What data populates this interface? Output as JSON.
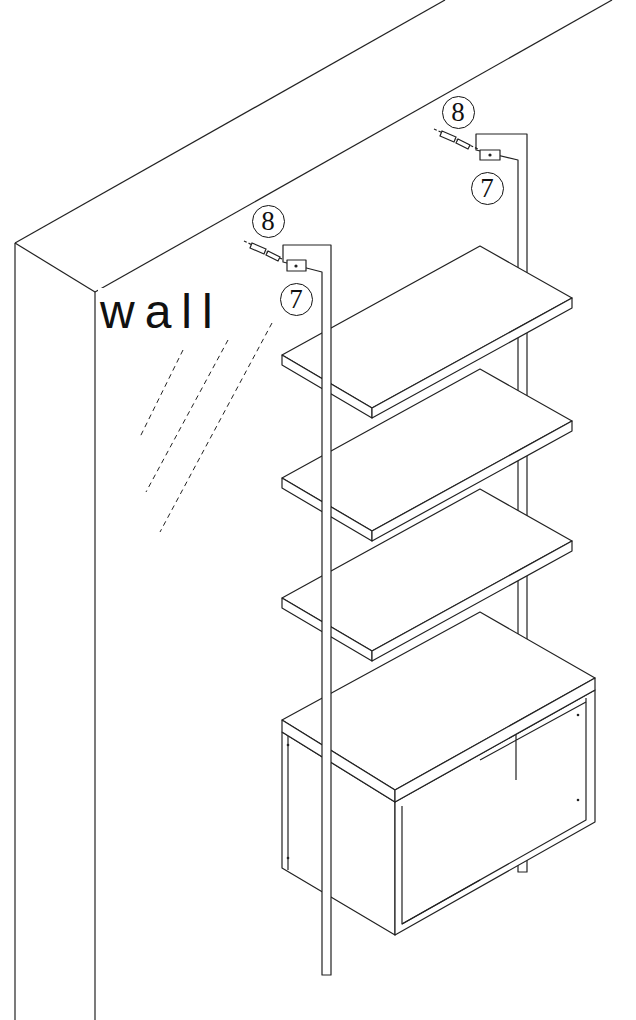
{
  "diagram": {
    "nodes": [
      {
        "text": [
          "8"
        ]
      },
      {
        "text": [
          "7"
        ]
      },
      {
        "text": [
          "8"
        ]
      },
      {
        "text": [
          "7"
        ]
      }
    ],
    "labels": [
      "wall"
    ]
  }
}
